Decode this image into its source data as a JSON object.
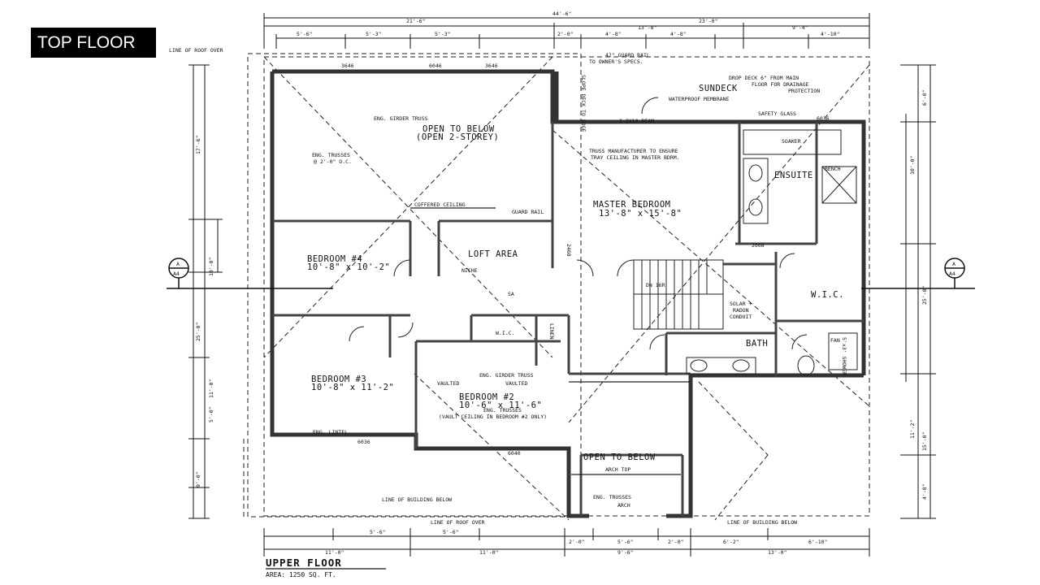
{
  "slide_label": "TOP FLOOR",
  "plan": {
    "title": "UPPER FLOOR",
    "area": "AREA: 1250 SQ. FT.",
    "section_marker": {
      "top": "A",
      "bottom": "A4"
    }
  },
  "rooms": {
    "open_to_below_top": "OPEN TO BELOW",
    "open_2_storey": "(OPEN 2-STOREY)",
    "master_bedroom": "MASTER BEDROOM",
    "master_size": "13'-8\" x 15'-8\"",
    "sundeck": "SUNDECK",
    "ensuite": "ENSUITE",
    "bedroom4": "BEDROOM #4",
    "bedroom4_size": "10'-8\" x 10'-2\"",
    "loft": "LOFT AREA",
    "bedroom3": "BEDROOM #3",
    "bedroom3_size": "10'-8\" x 11'-2\"",
    "bedroom2": "BEDROOM #2",
    "bedroom2_size": "10'-6\" x 11'-6\"",
    "open_to_below_bottom": "OPEN TO BELOW",
    "bath": "BATH",
    "wic": "W.I.C.",
    "wic_closet": "W.I.C.",
    "linen": "LINEN",
    "solar": "SOLAR +",
    "radon": "RADON",
    "conduit": "CONDUIT"
  },
  "notes": {
    "line_of_roof_over_top": "LINE OF ROOF OVER",
    "guard_rail_note": "42\" GUARD RAIL",
    "guard_rail_note2": "TO OWNER'S SPECS.",
    "drop_deck": "DROP DECK 6\" FROM MAIN",
    "drop_deck2": "FLOOR FOR DRAINAGE",
    "drop_deck3": "PROTECTION",
    "waterproof": "WATERPROOF MEMBRANE",
    "eng_girder_truss": "ENG. GIRDER TRUSS",
    "eng_trusses": "ENG. TRUSSES",
    "at_24_oc": "@ 2'-0\" O.C.",
    "truss_mfr": "TRUSS MANUFACTURER TO ENSURE",
    "tray_ceiling": "TRAY CEILING IN MASTER BDRM.",
    "coffered": "COFFERED CEILING",
    "guard_rail": "GUARD RAIL",
    "niche": "NICHE",
    "soaker": "SOAKER",
    "bench": "BENCH",
    "vaulted": "VAULTED",
    "vault_note": "(VAULT CEILING IN BEDROOM #2 ONLY)",
    "eng_lintel": "ENG. LINTEL",
    "arch_top": "ARCH TOP",
    "arch": "ARCH",
    "line_of_building_below": "LINE OF BUILDING BELOW",
    "line_of_roof_over_bottom": "LINE OF ROOF OVER",
    "line_of_building_below_right": "LINE OF BUILDING BELOW",
    "safety_glass": "SAFETY GLASS",
    "shower": "5'x3' SHOWER",
    "fan": "FAN",
    "slope_deck": "SLOPE DECK TO EDGE",
    "beam": "2-2X10 BEAM",
    "down": "DN 16R",
    "sa": "SA"
  },
  "dimensions": {
    "overall": "44'-6\"",
    "left_span": "21'-6\"",
    "right_span": "23'-0\"",
    "top_row": [
      "5'-6\"",
      "5'-3\"",
      "5'-3\"",
      "2'-0\"",
      "4'-8\"",
      "4'-8\"",
      "13'-8\"",
      "9'-4\"",
      "4'-10\""
    ],
    "bottom_row": [
      "5'-6\"",
      "5'-6\"",
      "2'-0\"",
      "5'-6\"",
      "2'-0\"",
      "6'-2\"",
      "6'-10\""
    ],
    "bottom_total": [
      "11'-0\"",
      "11'-0\"",
      "9'-6\"",
      "13'-0\""
    ],
    "left_col": [
      "17'-6\"",
      "10'-0\"",
      "25'-0\"",
      "11'-0\"",
      "9'-0\"",
      "5'-0\""
    ],
    "right_col": [
      "6'-0\"",
      "10'-0\"",
      "25'-0\"",
      "11'-2\"",
      "15'-0\"",
      "4'-8\""
    ],
    "windows": [
      "3646",
      "6046",
      "3646",
      "2468",
      "6036",
      "2668",
      "6040",
      "6036"
    ]
  }
}
